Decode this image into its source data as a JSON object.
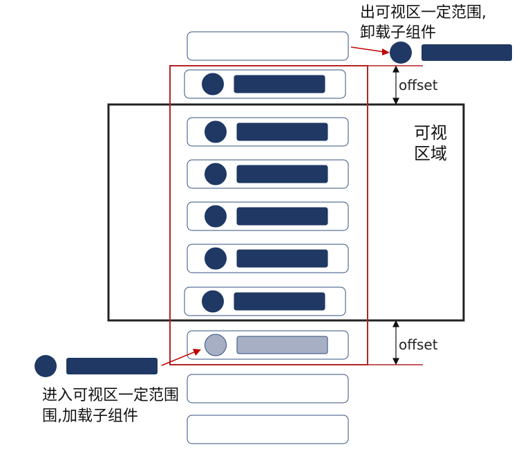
{
  "labels": {
    "viewport_line1": "可视",
    "viewport_line2": "区域",
    "offset_top": "offset",
    "offset_bottom": "offset",
    "unload_note_line1": "出可视区一定范围,",
    "unload_note_line2": "卸载子组件",
    "load_note_line1": "进入可视区一定范围",
    "load_note_line2": "围,加载子组件"
  },
  "colors": {
    "item_fill": "#1f3864",
    "item_faded_fill": "#a6afc4",
    "item_border": "#2f4f7f",
    "viewport_border": "#222222",
    "render_range_border": "#b22222",
    "arrow": "#c00000"
  },
  "items": [
    {
      "state": "empty"
    },
    {
      "state": "loaded"
    },
    {
      "state": "loaded"
    },
    {
      "state": "loaded"
    },
    {
      "state": "loaded"
    },
    {
      "state": "loaded"
    },
    {
      "state": "loaded"
    },
    {
      "state": "loading"
    },
    {
      "state": "empty"
    },
    {
      "state": "empty"
    }
  ]
}
